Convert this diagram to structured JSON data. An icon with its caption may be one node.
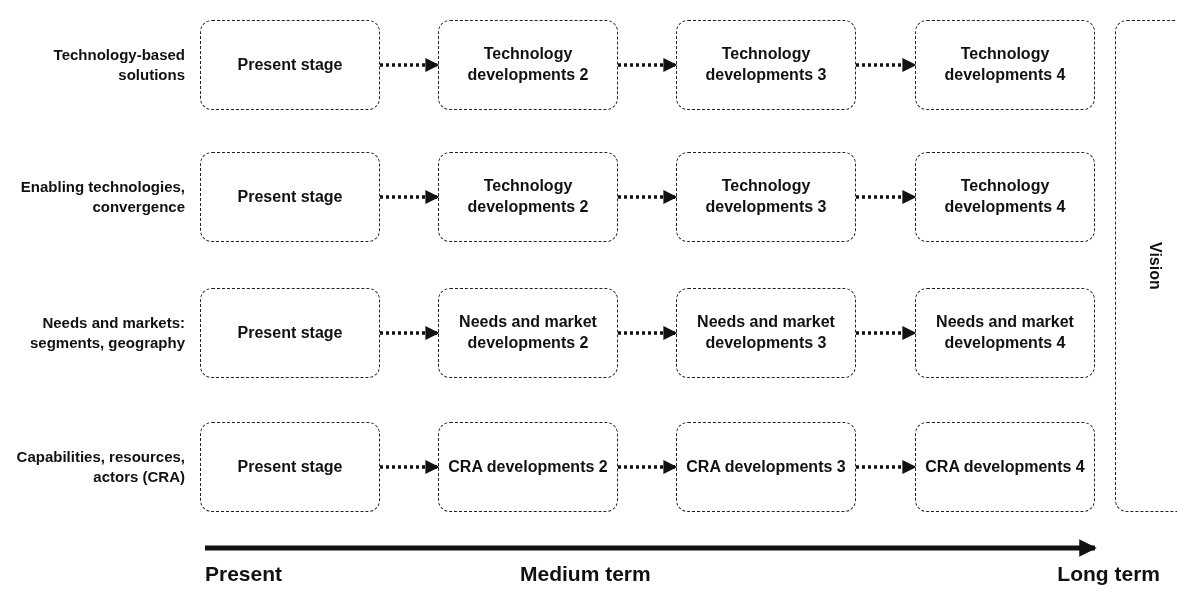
{
  "diagram": {
    "nodes": [
      {
        "text": [
          "Present stage"
        ]
      },
      {
        "text": [
          "Technology developments 2"
        ]
      },
      {
        "text": [
          "Technology developments 3"
        ]
      },
      {
        "text": [
          "Technology developments 4"
        ]
      },
      {
        "text": [
          "Present stage"
        ]
      },
      {
        "text": [
          "Technology developments 2"
        ]
      },
      {
        "text": [
          "Technology developments 3"
        ]
      },
      {
        "text": [
          "Technology developments 4"
        ]
      },
      {
        "text": [
          "Present stage"
        ]
      },
      {
        "text": [
          "Needs and market developments 2"
        ]
      },
      {
        "text": [
          "Needs and market developments 3"
        ]
      },
      {
        "text": [
          "Needs and market developments 4"
        ]
      },
      {
        "text": [
          "Present stage"
        ]
      },
      {
        "text": [
          "CRA developments 2"
        ]
      },
      {
        "text": [
          "CRA developments 3"
        ]
      },
      {
        "text": [
          "CRA developments 4"
        ]
      },
      {
        "text": [
          "Vision"
        ]
      }
    ],
    "edges": [
      {
        "from": 0,
        "to": 1,
        "arrow": "to",
        "style": "dashed"
      },
      {
        "from": 1,
        "to": 2,
        "arrow": "to",
        "style": "dashed"
      },
      {
        "from": 2,
        "to": 3,
        "arrow": "to",
        "style": "dashed"
      },
      {
        "from": 4,
        "to": 5,
        "arrow": "to",
        "style": "dashed"
      },
      {
        "from": 5,
        "to": 6,
        "arrow": "to",
        "style": "dashed"
      },
      {
        "from": 6,
        "to": 7,
        "arrow": "to",
        "style": "dashed"
      },
      {
        "from": 8,
        "to": 9,
        "arrow": "to",
        "style": "dashed"
      },
      {
        "from": 9,
        "to": 10,
        "arrow": "to",
        "style": "dashed"
      },
      {
        "from": 10,
        "to": 11,
        "arrow": "to",
        "style": "dashed"
      },
      {
        "from": 12,
        "to": 13,
        "arrow": "to",
        "style": "dashed"
      },
      {
        "from": 13,
        "to": 14,
        "arrow": "to",
        "style": "dashed"
      },
      {
        "from": 14,
        "to": 15,
        "arrow": "to",
        "style": "dashed"
      }
    ],
    "labels": [
      "Technology-based solutions",
      "Enabling technologies, convergence",
      "Needs and markets: segments, geography",
      "Capabilities, resources, actors (CRA)",
      "Present",
      "Medium term",
      "Long term"
    ]
  }
}
